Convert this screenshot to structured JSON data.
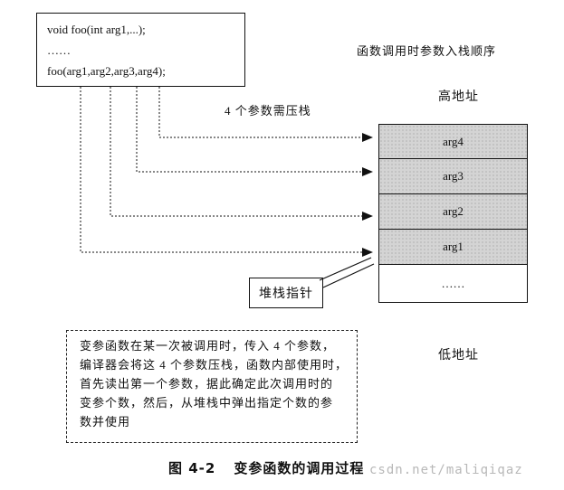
{
  "code": {
    "lines": [
      "void foo(int arg1,...);",
      "……",
      "foo(arg1,arg2,arg3,arg4);"
    ]
  },
  "labels": {
    "order_title": "函数调用时参数入栈顺序",
    "need_push": "4 个参数需压栈",
    "high_addr": "高地址",
    "low_addr": "低地址",
    "stack_pointer": "堆栈指针"
  },
  "stack": {
    "cells": [
      "arg4",
      "arg3",
      "arg2",
      "arg1",
      "……"
    ]
  },
  "note": {
    "lines": [
      "变参函数在某一次被调用时，传入 4 个参数，",
      "编译器会将这 4 个参数压栈，函数内部使用时，",
      "首先读出第一个参数，据此确定此次调用时的",
      "变参个数，然后，从堆栈中弹出指定个数的参",
      "数并使用"
    ]
  },
  "caption": {
    "number": "图 4-2",
    "title": "变参函数的调用过程"
  },
  "watermark": "csdn.net/maliqiqaz"
}
